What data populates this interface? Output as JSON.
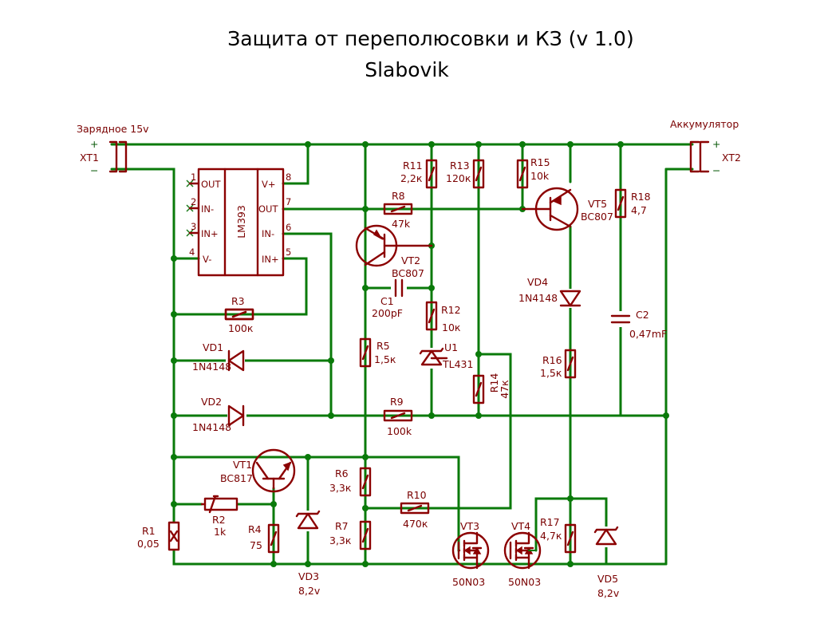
{
  "title": "Защита от переполюсовки и КЗ (v 1.0)",
  "author": "Slabovik",
  "nets": {
    "charger": "Зарядное 15v",
    "battery": "Аккумулятор"
  },
  "connectors": {
    "xt1": {
      "ref": "XT1",
      "plus": "+",
      "minus": "−"
    },
    "xt2": {
      "ref": "XT2",
      "plus": "+",
      "minus": "−"
    }
  },
  "ic": {
    "ref": "LM393",
    "pins": [
      {
        "num": "1",
        "name": "OUT"
      },
      {
        "num": "2",
        "name": "IN-"
      },
      {
        "num": "3",
        "name": "IN+"
      },
      {
        "num": "4",
        "name": "V-"
      },
      {
        "num": "8",
        "name": "V+"
      },
      {
        "num": "7",
        "name": "OUT"
      },
      {
        "num": "6",
        "name": "IN-"
      },
      {
        "num": "5",
        "name": "IN+"
      }
    ]
  },
  "components": {
    "r1": {
      "ref": "R1",
      "value": "0,05"
    },
    "r2": {
      "ref": "R2",
      "value": "1k"
    },
    "r3": {
      "ref": "R3",
      "value": "100к"
    },
    "r4": {
      "ref": "R4",
      "value": "75"
    },
    "r5": {
      "ref": "R5",
      "value": "1,5к"
    },
    "r6": {
      "ref": "R6",
      "value": "3,3к"
    },
    "r7": {
      "ref": "R7",
      "value": "3,3к"
    },
    "r8": {
      "ref": "R8",
      "value": "47k"
    },
    "r9": {
      "ref": "R9",
      "value": "100k"
    },
    "r10": {
      "ref": "R10",
      "value": "470к"
    },
    "r11": {
      "ref": "R11",
      "value": "2,2к"
    },
    "r12": {
      "ref": "R12",
      "value": "10к"
    },
    "r13": {
      "ref": "R13",
      "value": "120к"
    },
    "r14": {
      "ref": "R14",
      "value": "47к"
    },
    "r15": {
      "ref": "R15",
      "value": "10k"
    },
    "r16": {
      "ref": "R16",
      "value": "1,5к"
    },
    "r17": {
      "ref": "R17",
      "value": "4,7к"
    },
    "r18": {
      "ref": "R18",
      "value": "4,7"
    },
    "c1": {
      "ref": "C1",
      "value": "200pF"
    },
    "c2": {
      "ref": "C2",
      "value": "0,47mF"
    },
    "vd1": {
      "ref": "VD1",
      "value": "1N4148"
    },
    "vd2": {
      "ref": "VD2",
      "value": "1N4148"
    },
    "vd3": {
      "ref": "VD3",
      "value": "8,2v"
    },
    "vd4": {
      "ref": "VD4",
      "value": "1N4148"
    },
    "vd5": {
      "ref": "VD5",
      "value": "8,2v"
    },
    "vt1": {
      "ref": "VT1",
      "value": "BC817"
    },
    "vt2": {
      "ref": "VT2",
      "value": "BC807"
    },
    "vt3": {
      "ref": "VT3",
      "value": "50N03"
    },
    "vt4": {
      "ref": "VT4",
      "value": "50N03"
    },
    "vt5": {
      "ref": "VT5",
      "value": "BC807"
    },
    "u1": {
      "ref": "U1",
      "value": "TL431"
    }
  },
  "colors": {
    "wire": "#0a7a0a",
    "component": "#8b0000",
    "label": "#7a0000"
  }
}
